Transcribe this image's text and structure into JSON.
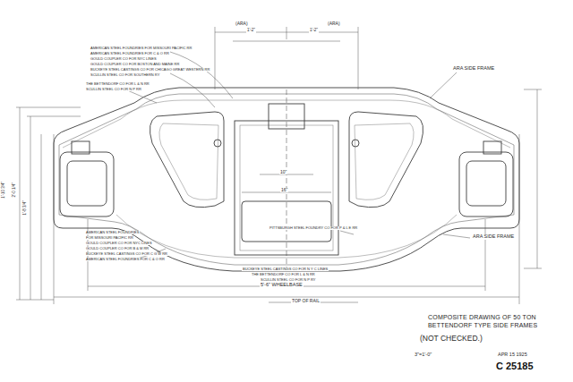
{
  "diagram": {
    "title": "COMPOSITE DRAWING OF 50 TON BETTENDORF TYPE SIDE FRAMES",
    "labels": [
      "ARA SIDE FRAME",
      "ARA SIDE FRAME",
      "AMERICAN STEEL FOUNDRIES FOR MISSOURI PACIFIC RR",
      "AMERICAN STEEL FOUNDRIES FOR C & O RR",
      "GOULD COUPLER CO FOR NYC LINES",
      "GOULD COUPLER CO FOR BOSTON AND MAINE RR",
      "BUCKEYE STEEL CASTINGS CO FOR CHICAGO GREAT WESTERN RR",
      "SCULLIN STEEL CO FOR SOUTHERN RY",
      "THE BETTENDORF CO FOR L & N RR",
      "SCULLIN STEEL CO FOR N P RR",
      "AMERICAN STEEL FOUNDRIES",
      "FOR MISSOURI PACIFIC RR",
      "GOULD COUPLER CO FOR NYC LINES",
      "GOULD COUPLER CO FOR B & M RR",
      "BUCKEYE STEEL CASTINGS CO FOR C G W RR",
      "AMERICAN STEEL FOUNDRIES FOR C & O RR",
      "PITTSBURGH STEEL FOUNDRY CO FOR P & L E RR",
      "BUCKEYE STEEL CASTINGS CO FOR N Y C LINES",
      "THE BETTENDORF CO FOR L & N RR",
      "SCULLIN STEEL CO FOR N P RY",
      "5'-6\" WHEELBASE",
      "TOP OF RAIL",
      "(NOT CHECKED.)",
      "3\"=1'-0\"",
      "APR 15 1925",
      "C 25185",
      "(ARA)",
      "(ARA)",
      "1'-2\"",
      "1'-2\"",
      "10\"",
      "16\"",
      "1'-10 3/4\"",
      "2'-0 1/4\"",
      "1'-8 3/4\""
    ]
  }
}
